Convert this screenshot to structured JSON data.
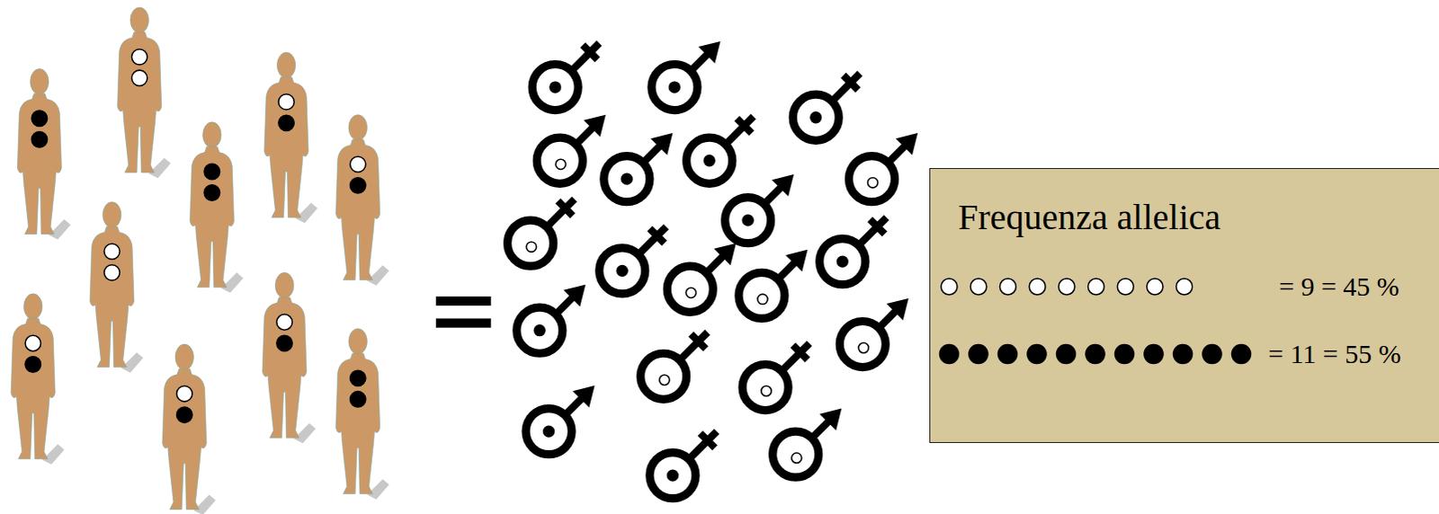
{
  "diagram": {
    "nodes": [
      {
        "text": [
          "Frequenza allelica",
          "= 9 = 45 %",
          "= 11 = 55 %"
        ]
      }
    ]
  }
}
